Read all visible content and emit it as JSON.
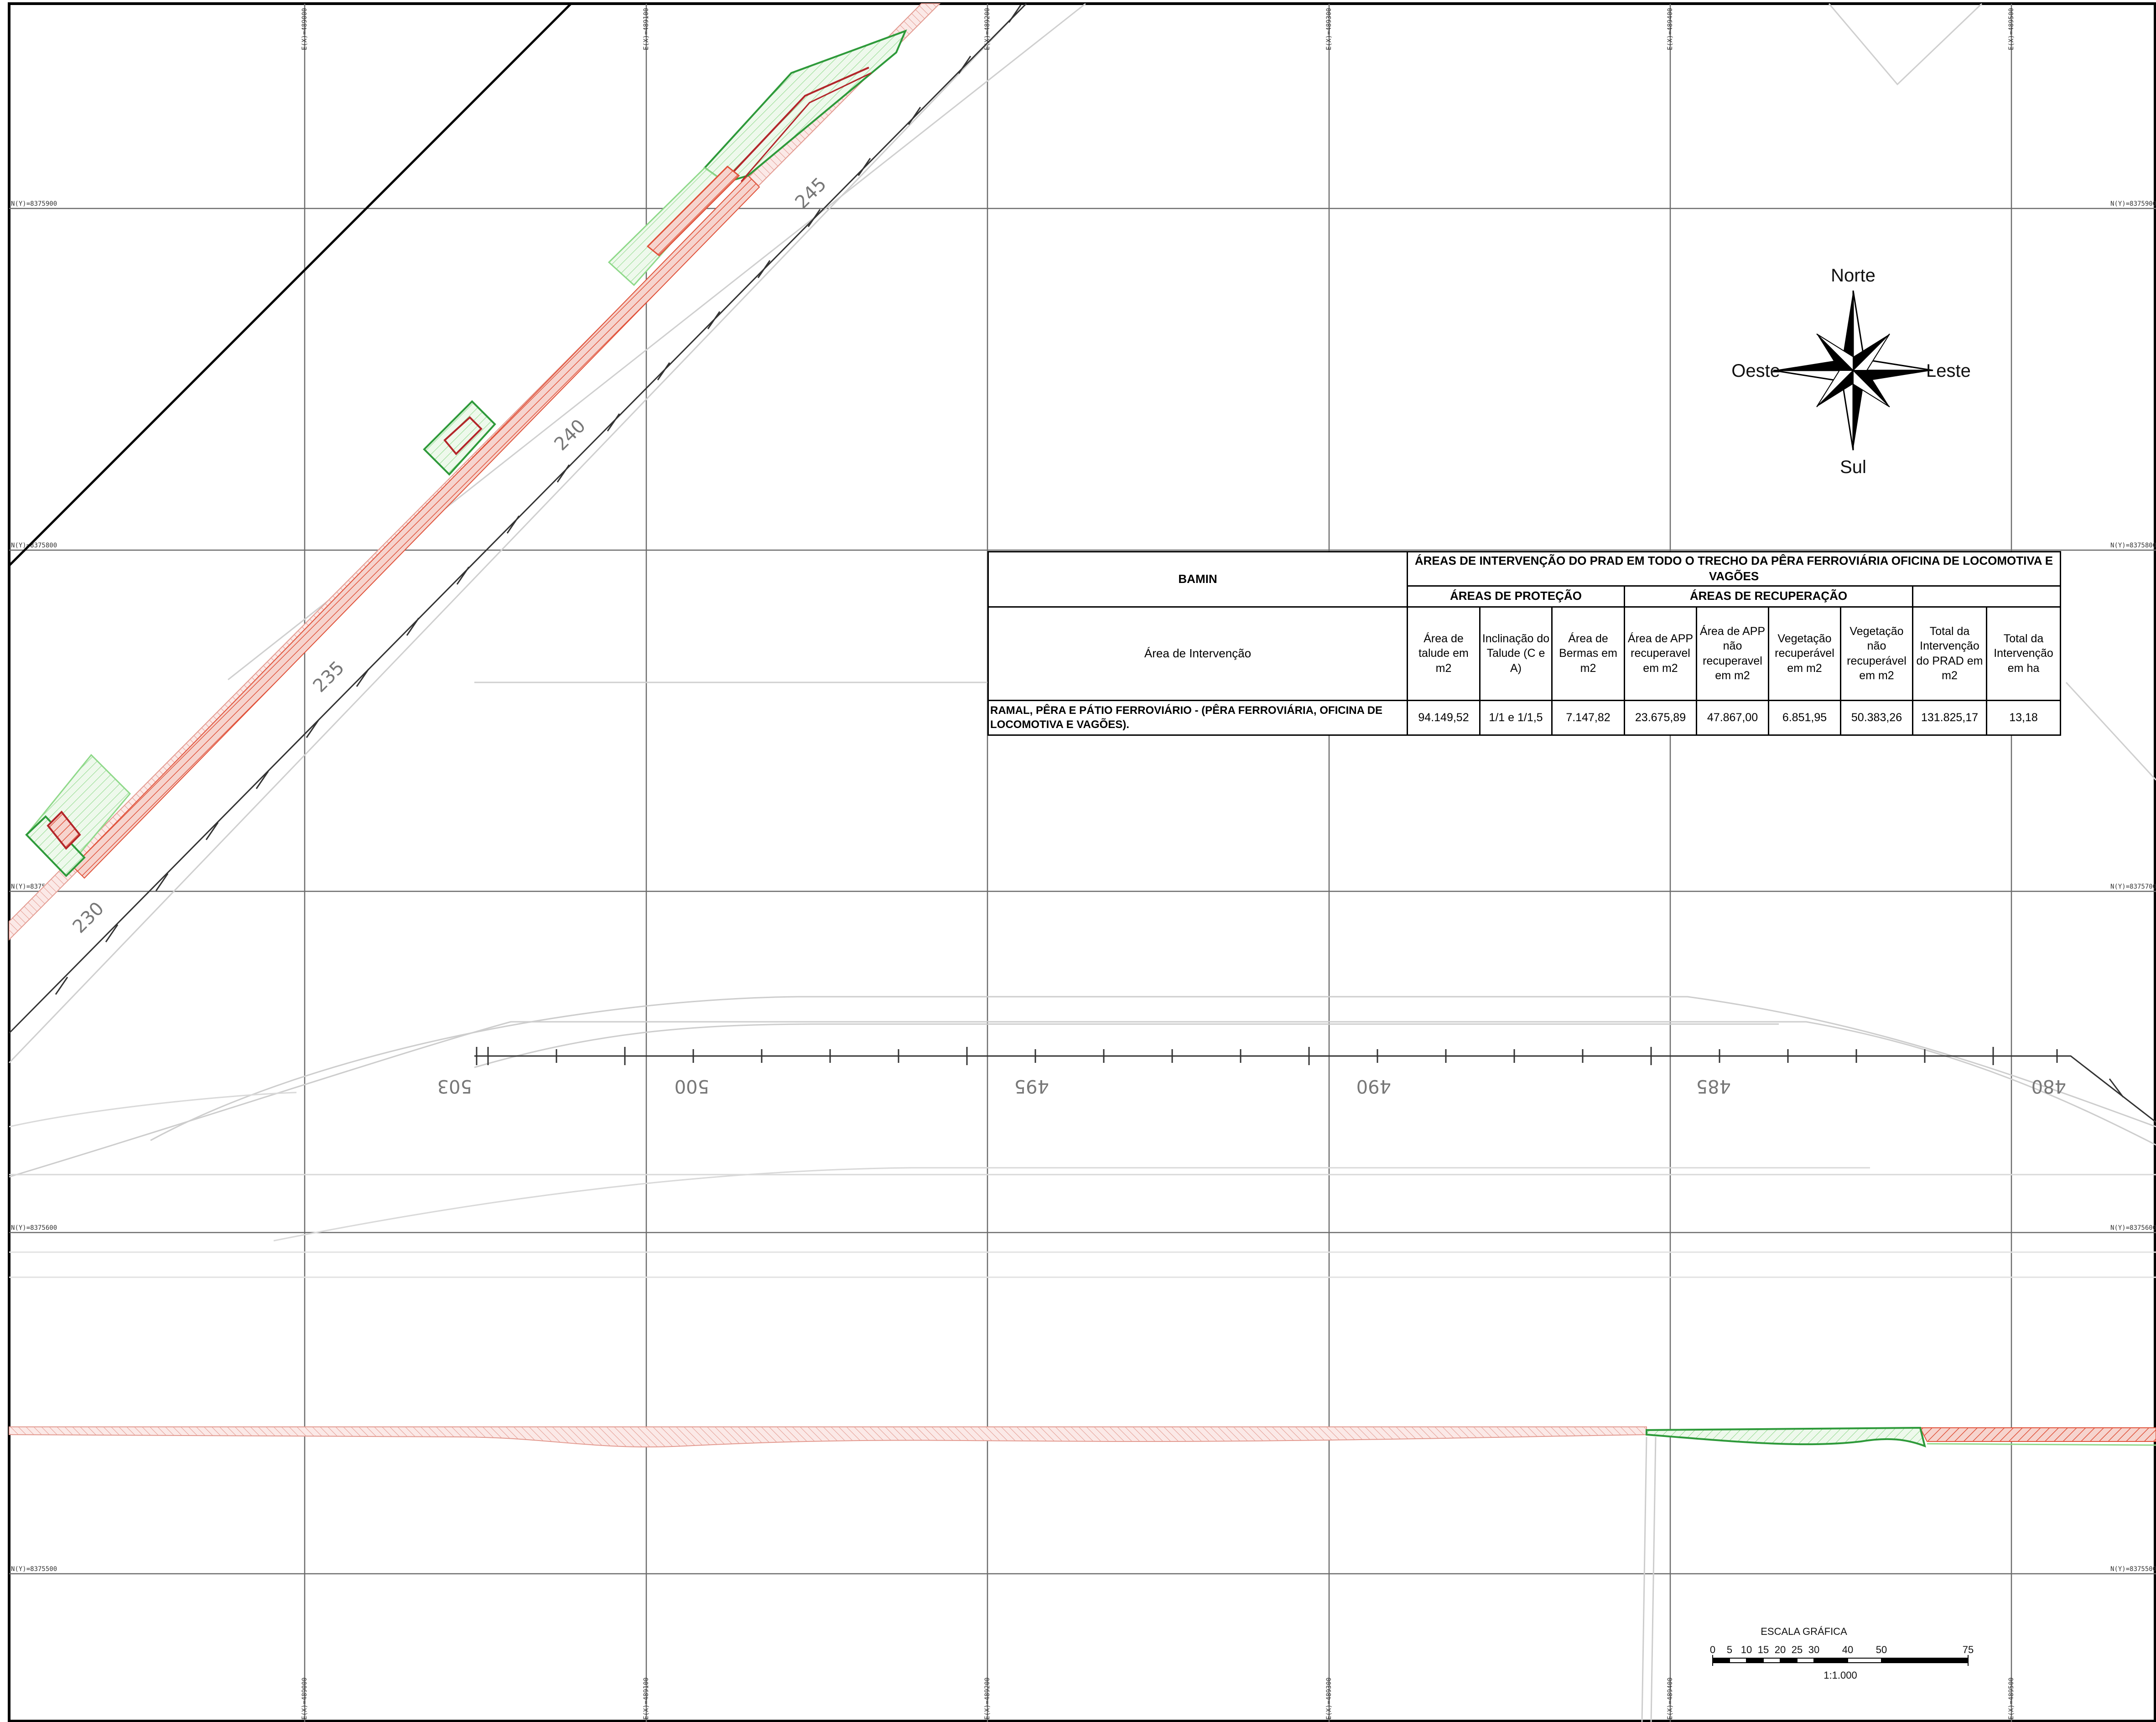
{
  "grid": {
    "easting_top": [
      "E(X)=489000",
      "E(X)=489100",
      "E(X)=489200",
      "E(X)=489300",
      "E(X)=489400",
      "E(X)=489500"
    ],
    "easting_bottom": [
      "E(X)=489000",
      "E(X)=489100",
      "E(X)=489200",
      "E(X)=489300",
      "E(X)=489400",
      "E(X)=489500"
    ],
    "northing_left": [
      "N(Y)=8375900",
      "N(Y)=8375800",
      "N(Y)=8375700",
      "N(Y)=8375600",
      "N(Y)=8375500"
    ],
    "northing_right": [
      "N(Y)=8375900",
      "N(Y)=8375800",
      "N(Y)=8375700",
      "N(Y)=8375600",
      "N(Y)=8375500"
    ]
  },
  "upper_alignment_stations": [
    "245",
    "240",
    "235",
    "230"
  ],
  "lower_alignment_stations": [
    "503",
    "500",
    "495",
    "490",
    "485",
    "480"
  ],
  "compass": {
    "north": "Norte",
    "south": "Sul",
    "east": "Leste",
    "west": "Oeste"
  },
  "table": {
    "company": "BAMIN",
    "title": "ÁREAS DE INTERVENÇÃO DO PRAD EM TODO O TRECHO DA PÊRA FERROVIÁRIA OFICINA DE LOCOMOTIVA E VAGÕES",
    "group_protection": "ÁREAS DE PROTEÇÃO",
    "group_recovery": "ÁREAS DE RECUPERAÇÃO",
    "row_header": "Área de Intervenção",
    "columns": [
      "Área de talude em m2",
      "Inclinação do Talude (C e A)",
      "Área de Bermas em m2",
      "Área de APP recuperavel em m2",
      "Área de APP não recuperavel em m2",
      "Vegetação recuperável em m2",
      "Vegetação não recuperável em m2",
      "Total da Intervenção do PRAD em m2",
      "Total da Intervenção em ha"
    ],
    "row": {
      "label": "RAMAL, PÊRA E PÁTIO FERROVIÁRIO - (PÊRA FERROVIÁRIA, OFICINA DE LOCOMOTIVA E VAGÕES).",
      "values": [
        "94.149,52",
        "1/1 e 1/1,5",
        "7.147,82",
        "23.675,89",
        "47.867,00",
        "6.851,95",
        "50.383,26",
        "131.825,17",
        "13,18"
      ]
    }
  },
  "scale": {
    "title": "ESCALA GRÁFICA",
    "ticks": [
      "0",
      "5",
      "10",
      "15",
      "20",
      "25",
      "30",
      "40",
      "50",
      "75"
    ],
    "ratio": "1:1.000"
  },
  "colors": {
    "protection_green": "#2e9a3a",
    "green_hatch": "#8fd98a",
    "erosion_red": "#e0523a",
    "red_hatch": "#e8a29a",
    "grid": "#6b6b6b",
    "track_grey": "#c8c8c8"
  }
}
